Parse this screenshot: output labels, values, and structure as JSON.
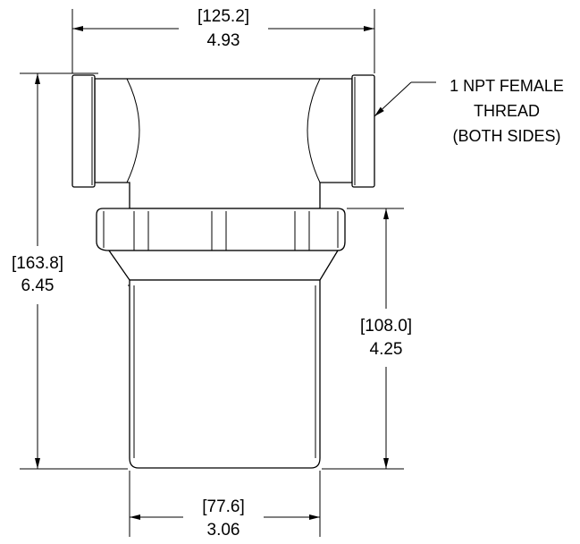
{
  "dimensions": {
    "overall_width": {
      "mm": "[125.2]",
      "in": "4.93"
    },
    "overall_height": {
      "mm": "[163.8]",
      "in": "6.45"
    },
    "bowl_height": {
      "mm": "[108.0]",
      "in": "4.25"
    },
    "bowl_width": {
      "mm": "[77.6]",
      "in": "3.06"
    }
  },
  "note": {
    "line1": "1 NPT FEMALE",
    "line2": "THREAD",
    "line3": "(BOTH SIDES)"
  }
}
